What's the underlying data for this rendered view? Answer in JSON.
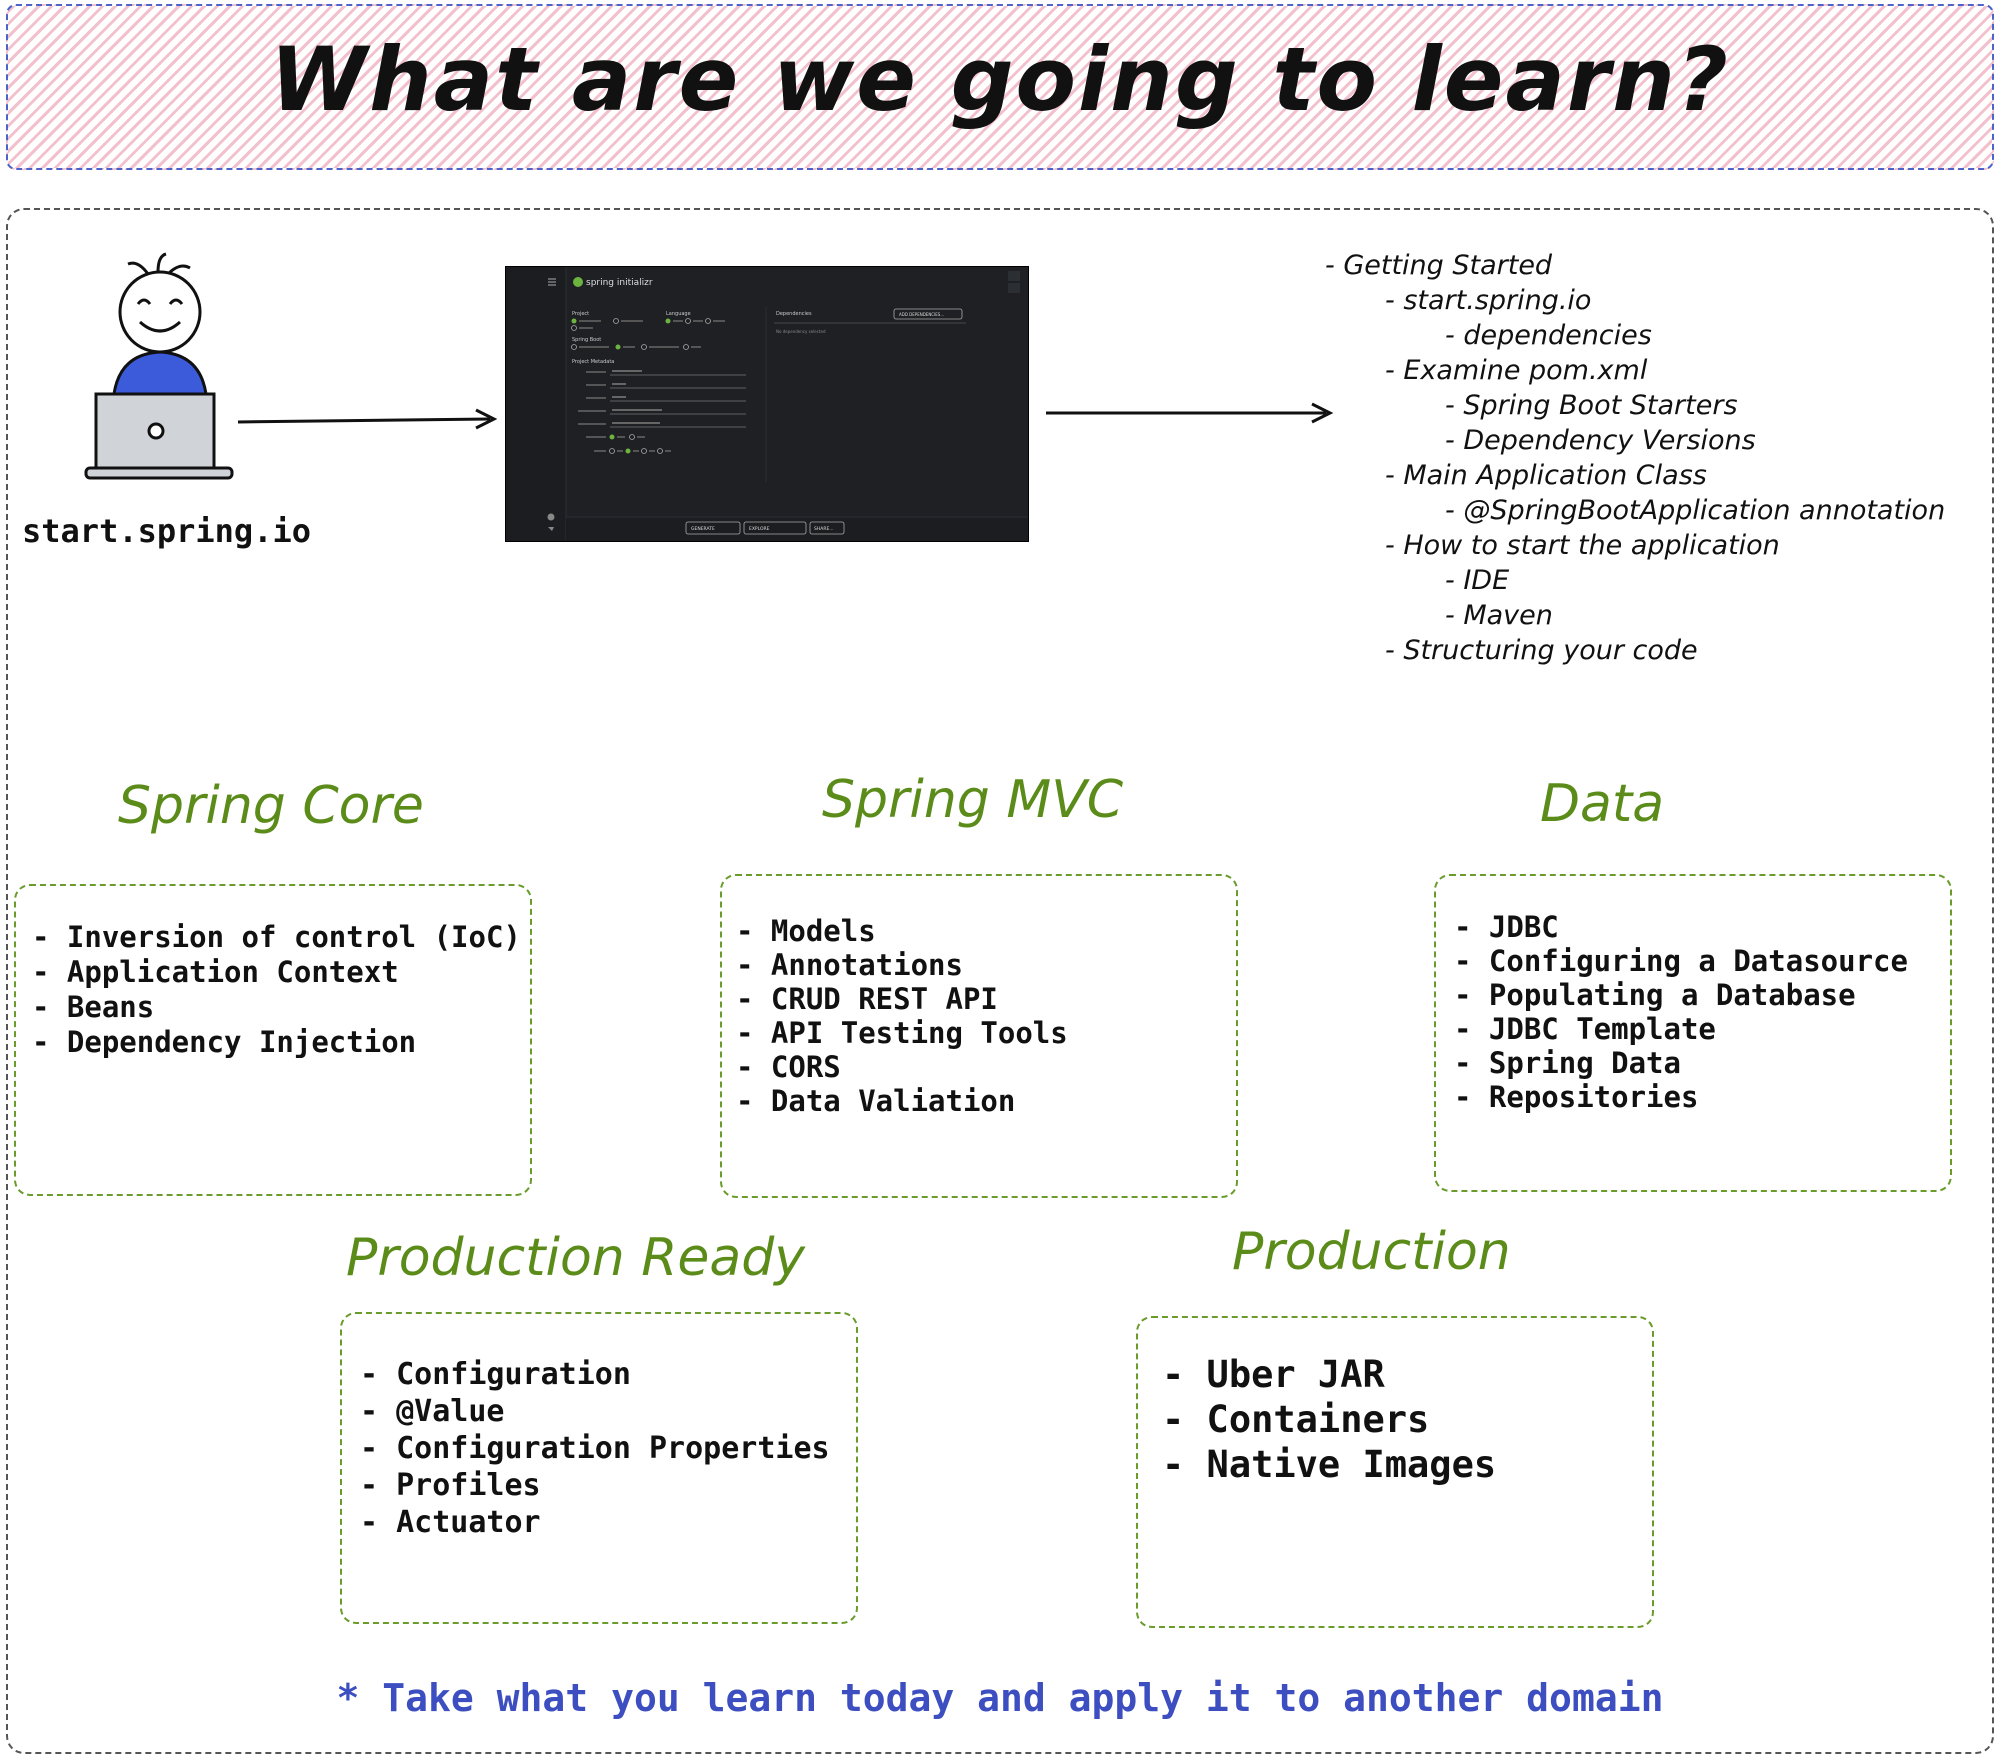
{
  "title": "What are we going to learn?",
  "person_label": "start.spring.io",
  "initializr": {
    "brand": "spring initializr",
    "project_label": "Project",
    "language_label": "Language",
    "spring_boot_label": "Spring Boot",
    "metadata_label": "Project Metadata",
    "dependencies_label": "Dependencies",
    "add_dependencies": "ADD DEPENDENCIES...",
    "no_dependency": "No dependency selected",
    "generate": "GENERATE",
    "explore": "EXPLORE",
    "share": "SHARE..."
  },
  "topics": [
    "- Getting Started",
    "- start.spring.io",
    "- dependencies",
    "- Examine pom.xml",
    "- Spring Boot Starters",
    "- Dependency Versions",
    "- Main Application Class",
    "- @SpringBootApplication annotation",
    "- How to start the application",
    "- IDE",
    "- Maven",
    "- Structuring your code"
  ],
  "sections": {
    "spring_core": {
      "title": "Spring Core",
      "items": [
        "- Inversion of control (IoC)",
        "- Application Context",
        "- Beans",
        "- Dependency Injection"
      ]
    },
    "spring_mvc": {
      "title": "Spring MVC",
      "items": [
        "- Models",
        "- Annotations",
        "- CRUD REST API",
        "- API Testing Tools",
        "- CORS",
        "- Data Valiation"
      ]
    },
    "data": {
      "title": "Data",
      "items": [
        "- JDBC",
        "- Configuring a Datasource",
        "- Populating a Database",
        "- JDBC Template",
        "- Spring Data",
        "- Repositories"
      ]
    },
    "production_ready": {
      "title": "Production Ready",
      "items": [
        "- Configuration",
        "- @Value",
        "- Configuration Properties",
        "- Profiles",
        "- Actuator"
      ]
    },
    "production": {
      "title": "Production",
      "items": [
        "- Uber JAR",
        "- Containers",
        "- Native Images"
      ]
    }
  },
  "footer": "* Take what you learn today and apply it to another domain"
}
